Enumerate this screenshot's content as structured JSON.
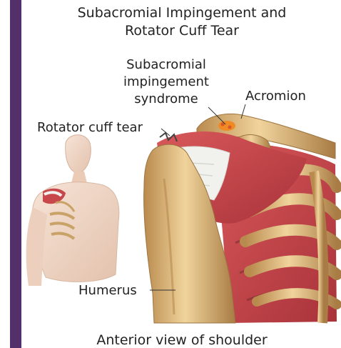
{
  "title": {
    "line1": "Subacromial Impingement and",
    "line2": "Rotator Cuff Tear"
  },
  "labels": {
    "impingement_line1": "Subacromial",
    "impingement_line2": "impingement",
    "impingement_line3": "syndrome",
    "acromion": "Acromion",
    "rotator_cuff_tear": "Rotator cuff tear",
    "humerus": "Humerus"
  },
  "caption": "Anterior view of shoulder",
  "colors": {
    "side_bar": "#54306b",
    "bone": "#d9b57c",
    "bone_highlight": "#f2dcae",
    "muscle": "#c8474a",
    "tendon": "#f1f1ee",
    "inflammation": "#f08a24"
  }
}
